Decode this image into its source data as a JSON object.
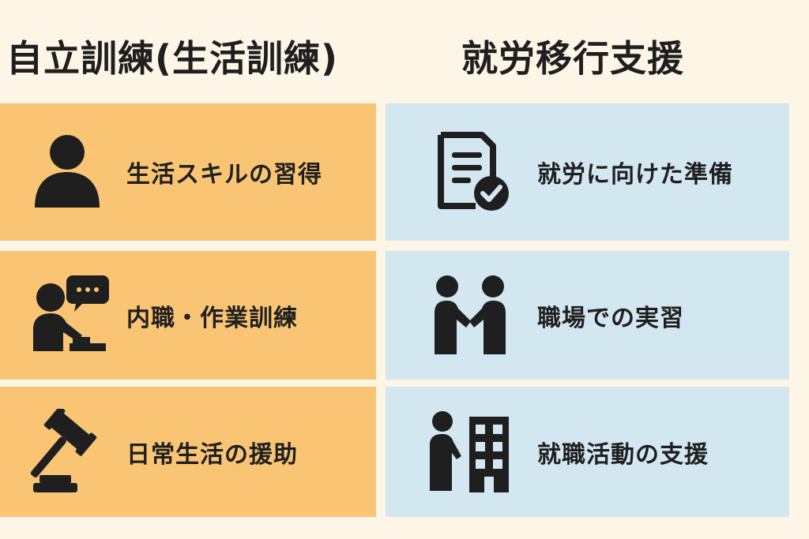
{
  "columns": {
    "left": {
      "title": "自立訓練(生活訓練)",
      "color": "#f9c574",
      "items": [
        {
          "label": "生活スキルの習得",
          "icon": "person-icon"
        },
        {
          "label": "内職・作業訓練",
          "icon": "person-working-speech-icon"
        },
        {
          "label": "日常生活の援助",
          "icon": "gavel-icon"
        }
      ]
    },
    "right": {
      "title": "就労移行支援",
      "color": "#d3e7f1",
      "items": [
        {
          "label": "就労に向けた準備",
          "icon": "document-check-icon"
        },
        {
          "label": "職場での実習",
          "icon": "handshake-icon"
        },
        {
          "label": "就職活動の支援",
          "icon": "person-building-icon"
        }
      ]
    }
  }
}
